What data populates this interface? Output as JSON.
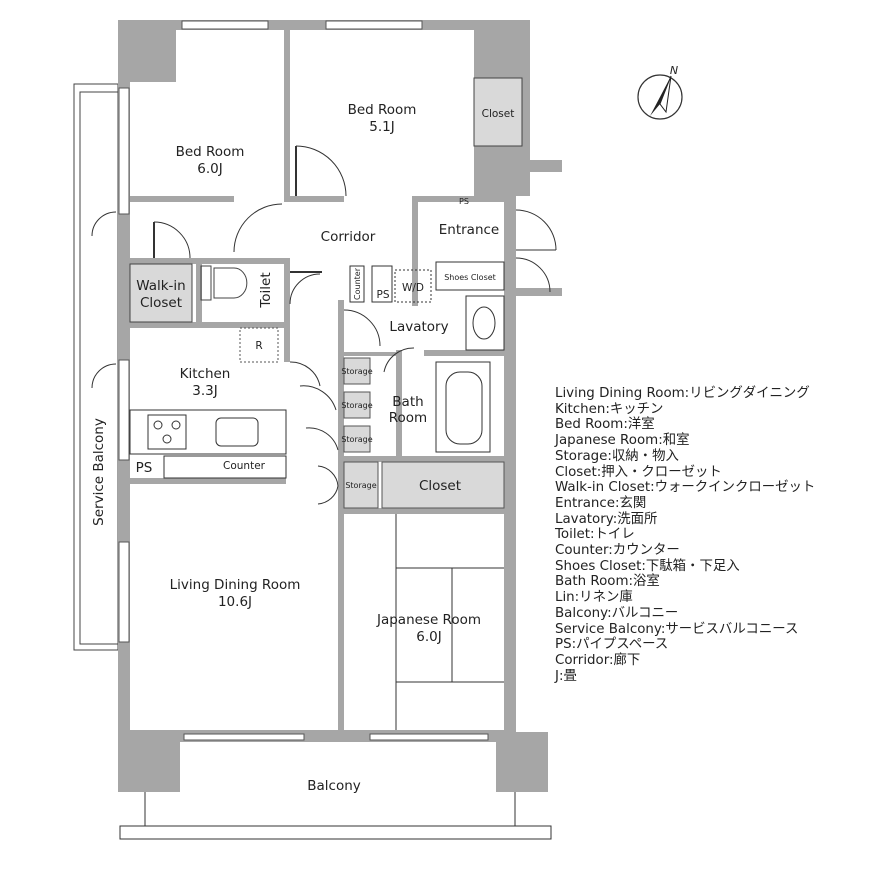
{
  "rooms": {
    "bed_room_1": {
      "name": "Bed Room",
      "size": "6.0J"
    },
    "bed_room_2": {
      "name": "Bed Room",
      "size": "5.1J"
    },
    "closet_top": "Closet",
    "corridor": "Corridor",
    "entrance": "Entrance",
    "walk_in_closet": {
      "line1": "Walk-in",
      "line2": "Closet"
    },
    "toilet": "Toilet",
    "shoes_closet": "Shoes Closet",
    "counter_small": "Counter",
    "ps_small": "PS",
    "wd": "W/D",
    "lavatory": "Lavatory",
    "fridge": "R",
    "kitchen": {
      "name": "Kitchen",
      "size": "3.3J"
    },
    "storage": "Storage",
    "bath_room": {
      "line1": "Bath",
      "line2": "Room"
    },
    "ps_top": "PS",
    "ps_kitchen": "PS",
    "counter_kitchen": "Counter",
    "closet_middle": "Closet",
    "living_dining": {
      "name": "Living Dining Room",
      "size": "10.6J"
    },
    "japanese_room": {
      "name": "Japanese Room",
      "size": "6.0J"
    },
    "balcony": "Balcony",
    "service_balcony": "Service Balcony"
  },
  "compass": {
    "label": "N"
  },
  "legend": [
    "Living Dining Room:リビングダイニング",
    "Kitchen:キッチン",
    "Bed Room:洋室",
    "Japanese Room:和室",
    "Storage:収納・物入",
    "Closet:押入・クローゼット",
    "Walk-in Closet:ウォークインクローゼット",
    "Entrance:玄関",
    "Lavatory:洗面所",
    "Toilet:トイレ",
    "Counter:カウンター",
    "Shoes Closet:下駄箱・下足入",
    "Bath Room:浴室",
    "Lin:リネン庫",
    "Balcony:バルコニー",
    "Service Balcony:サービスバルコニース",
    "PS:パイプスペース",
    "Corridor:廊下",
    "J:畳"
  ],
  "colors": {
    "wall": "#a6a6a6",
    "line": "#222222",
    "fill_gray": "#d9d9d9",
    "background": "#ffffff"
  }
}
